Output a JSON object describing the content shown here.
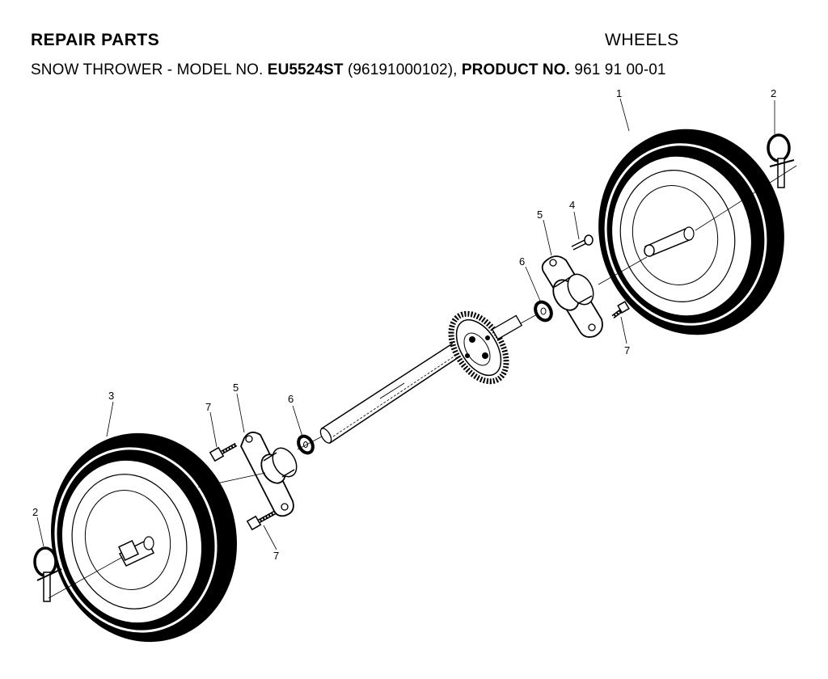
{
  "header": {
    "section_label": "REPAIR PARTS",
    "page_title": "WHEELS",
    "model_prefix": "SNOW THROWER - MODEL NO.",
    "model_number": "EU5524ST",
    "model_code": "(96191000102),",
    "product_label": "PRODUCT NO.",
    "product_number": "961 91 00-01"
  },
  "callouts": {
    "wheel_right": "1",
    "pin_right": "2",
    "pin_left": "2",
    "wheel_left": "3",
    "bolt_upper": "4",
    "bracket_right": "5",
    "bracket_left": "5",
    "washer_right": "6",
    "washer_left": "6",
    "screw_right": "7",
    "screw_left_upper": "7",
    "screw_left_lower": "7"
  }
}
